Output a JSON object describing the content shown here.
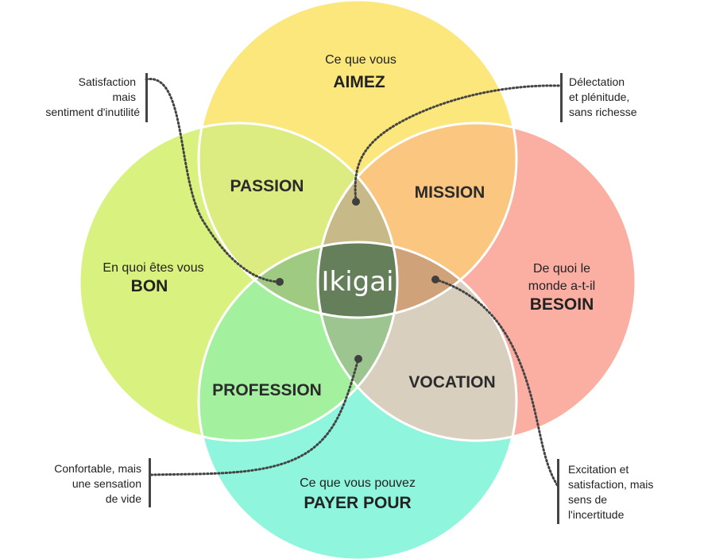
{
  "colors": {
    "top_circle": "#fbe77c",
    "left_circle": "#d9f17e",
    "right_circle": "#fbaea2",
    "bottom_circle": "#8ff5dc",
    "passion": "#dcec80",
    "mission": "#fbc680",
    "profession": "#a3f09e",
    "vocation": "#d8cfbf",
    "tri_top": "#c8b988",
    "tri_left": "#9fca82",
    "tri_right": "#cfa27a",
    "tri_bottom": "#9dc58f",
    "center": "#647f5a"
  },
  "circles": {
    "top": {
      "line1": "Ce que vous",
      "line2": "AIMEZ"
    },
    "left": {
      "line1": "En quoi êtes vous",
      "line2": "BON"
    },
    "right": {
      "line1": "De quoi le",
      "line2": "monde a-t-il",
      "line3": "BESOIN"
    },
    "bottom": {
      "line1": "Ce que vous pouvez",
      "line2": "PAYER POUR"
    }
  },
  "regions": {
    "passion": "PASSION",
    "mission": "MISSION",
    "profession": "PROFESSION",
    "vocation": "VOCATION",
    "center": "Ikigai"
  },
  "notes": {
    "top_left": [
      "Satisfaction",
      "mais",
      "sentiment d'inutilité"
    ],
    "top_right": [
      "Délectation",
      "et plénitude,",
      "sans richesse"
    ],
    "bottom_left": [
      "Confortable, mais",
      "une sensation",
      "de vide"
    ],
    "bottom_right": [
      "Excitation et",
      "satisfaction, mais",
      "sens de",
      "l'incertitude"
    ]
  }
}
